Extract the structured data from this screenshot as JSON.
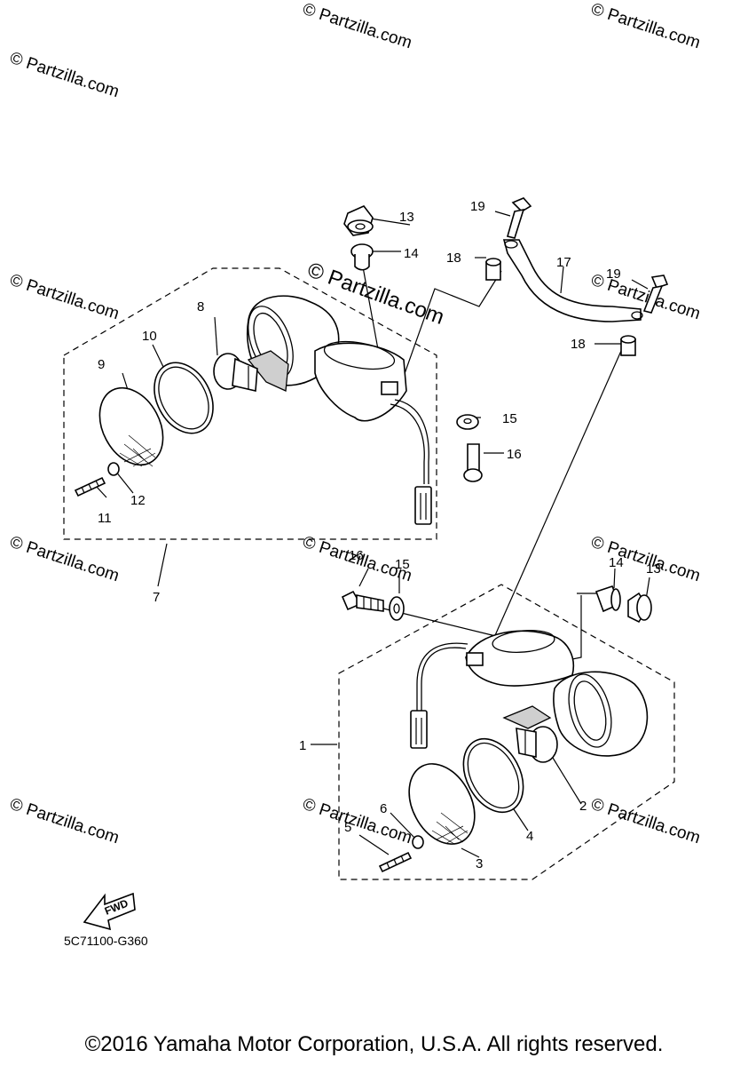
{
  "watermark": {
    "small": "© Partzilla.com",
    "center": "© Partzilla.com"
  },
  "callouts": {
    "c1": "1",
    "c2": "2",
    "c3": "3",
    "c4": "4",
    "c5": "5",
    "c6": "6",
    "c7": "7",
    "c8": "8",
    "c9": "9",
    "c10": "10",
    "c11": "11",
    "c12": "12",
    "c13a": "13",
    "c13b": "13",
    "c14a": "14",
    "c14b": "14",
    "c15a": "15",
    "c15b": "15",
    "c16a": "16",
    "c16b": "16",
    "c17": "17",
    "c18a": "18",
    "c18b": "18",
    "c19a": "19",
    "c19b": "19"
  },
  "fwd_label": "FWD",
  "part_code": "5C71100-G360",
  "copyright": "©2016 Yamaha Motor Corporation, U.S.A. All rights reserved."
}
